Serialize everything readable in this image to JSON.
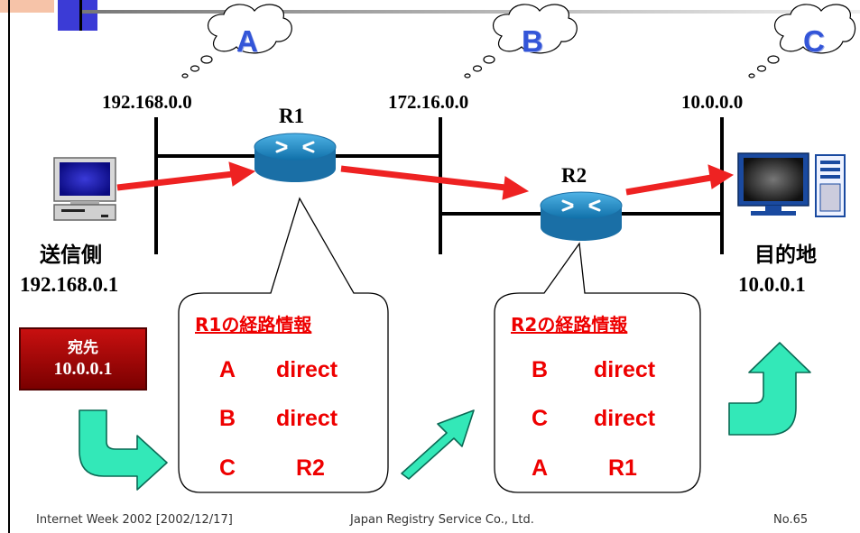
{
  "networks": [
    {
      "id": "A",
      "address": "192.168.0.0"
    },
    {
      "id": "B",
      "address": "172.16.0.0"
    },
    {
      "id": "C",
      "address": "10.0.0.0"
    }
  ],
  "routers": [
    {
      "name": "R1"
    },
    {
      "name": "R2"
    }
  ],
  "sender": {
    "name": "送信側",
    "address": "192.168.0.1"
  },
  "destination": {
    "name": "目的地",
    "address": "10.0.0.1"
  },
  "packet": {
    "label": "宛先",
    "address": "10.0.0.1"
  },
  "routing_tables": [
    {
      "title": "R1の経路情報",
      "entries": [
        {
          "network": "A",
          "next_hop": "direct"
        },
        {
          "network": "B",
          "next_hop": "direct"
        },
        {
          "network": "C",
          "next_hop": "R2"
        }
      ]
    },
    {
      "title": "R2の経路情報",
      "entries": [
        {
          "network": "B",
          "next_hop": "direct"
        },
        {
          "network": "C",
          "next_hop": "direct"
        },
        {
          "network": "A",
          "next_hop": "R1"
        }
      ]
    }
  ],
  "footer": {
    "event": "Internet Week 2002 [2002/12/17]",
    "org": "Japan Registry Service Co., Ltd.",
    "page": "No.65"
  },
  "colors": {
    "arrow_red": "#ee2222",
    "turn_arrow": "#33e8b8",
    "router": "#1f8fc8",
    "table_text": "#ee0000",
    "cloud_text": "#3355d8"
  }
}
